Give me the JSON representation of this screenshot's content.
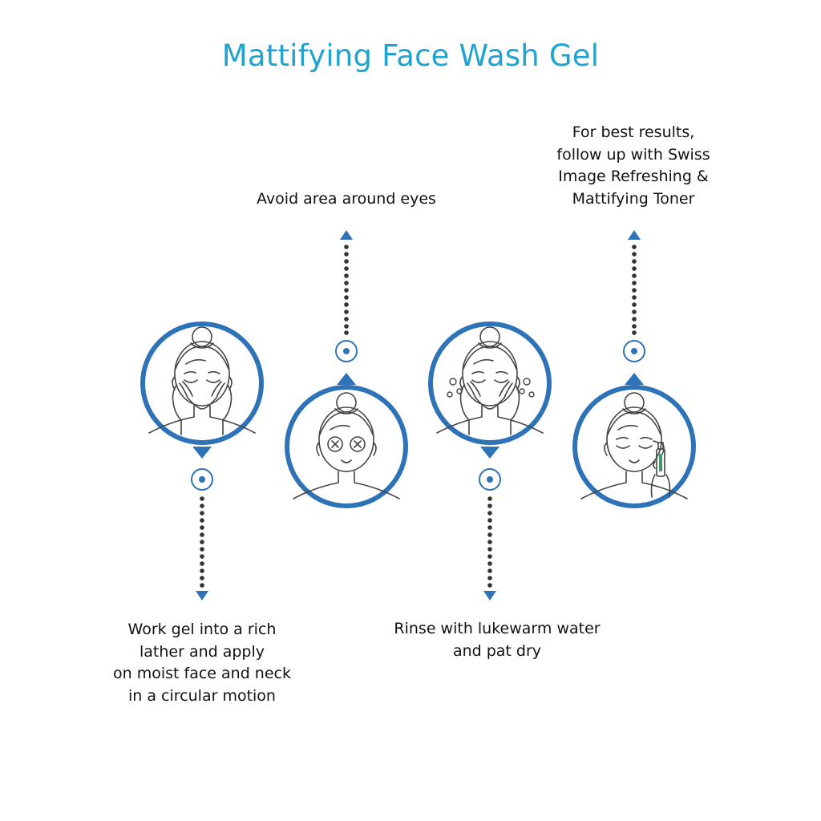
{
  "title": "Mattifying Face Wash Gel",
  "colors": {
    "title": "#1fa3cf",
    "accent": "#2e72b8",
    "dots": "#333333",
    "line_art": "#444444",
    "text": "#111111"
  },
  "steps": [
    {
      "text": "Work gel into a rich\nlather and apply\non moist face and neck\n in a circular motion",
      "icon": "face-washing-icon"
    },
    {
      "text": "Avoid area around eyes",
      "icon": "face-eyes-covered-icon"
    },
    {
      "text": "Rinse with lukewarm water\nand pat dry",
      "icon": "face-rinsing-icon"
    },
    {
      "text": "For best results,\nfollow up with Swiss\nImage Refreshing &\n Mattifying Toner",
      "icon": "face-toner-spray-icon"
    }
  ]
}
